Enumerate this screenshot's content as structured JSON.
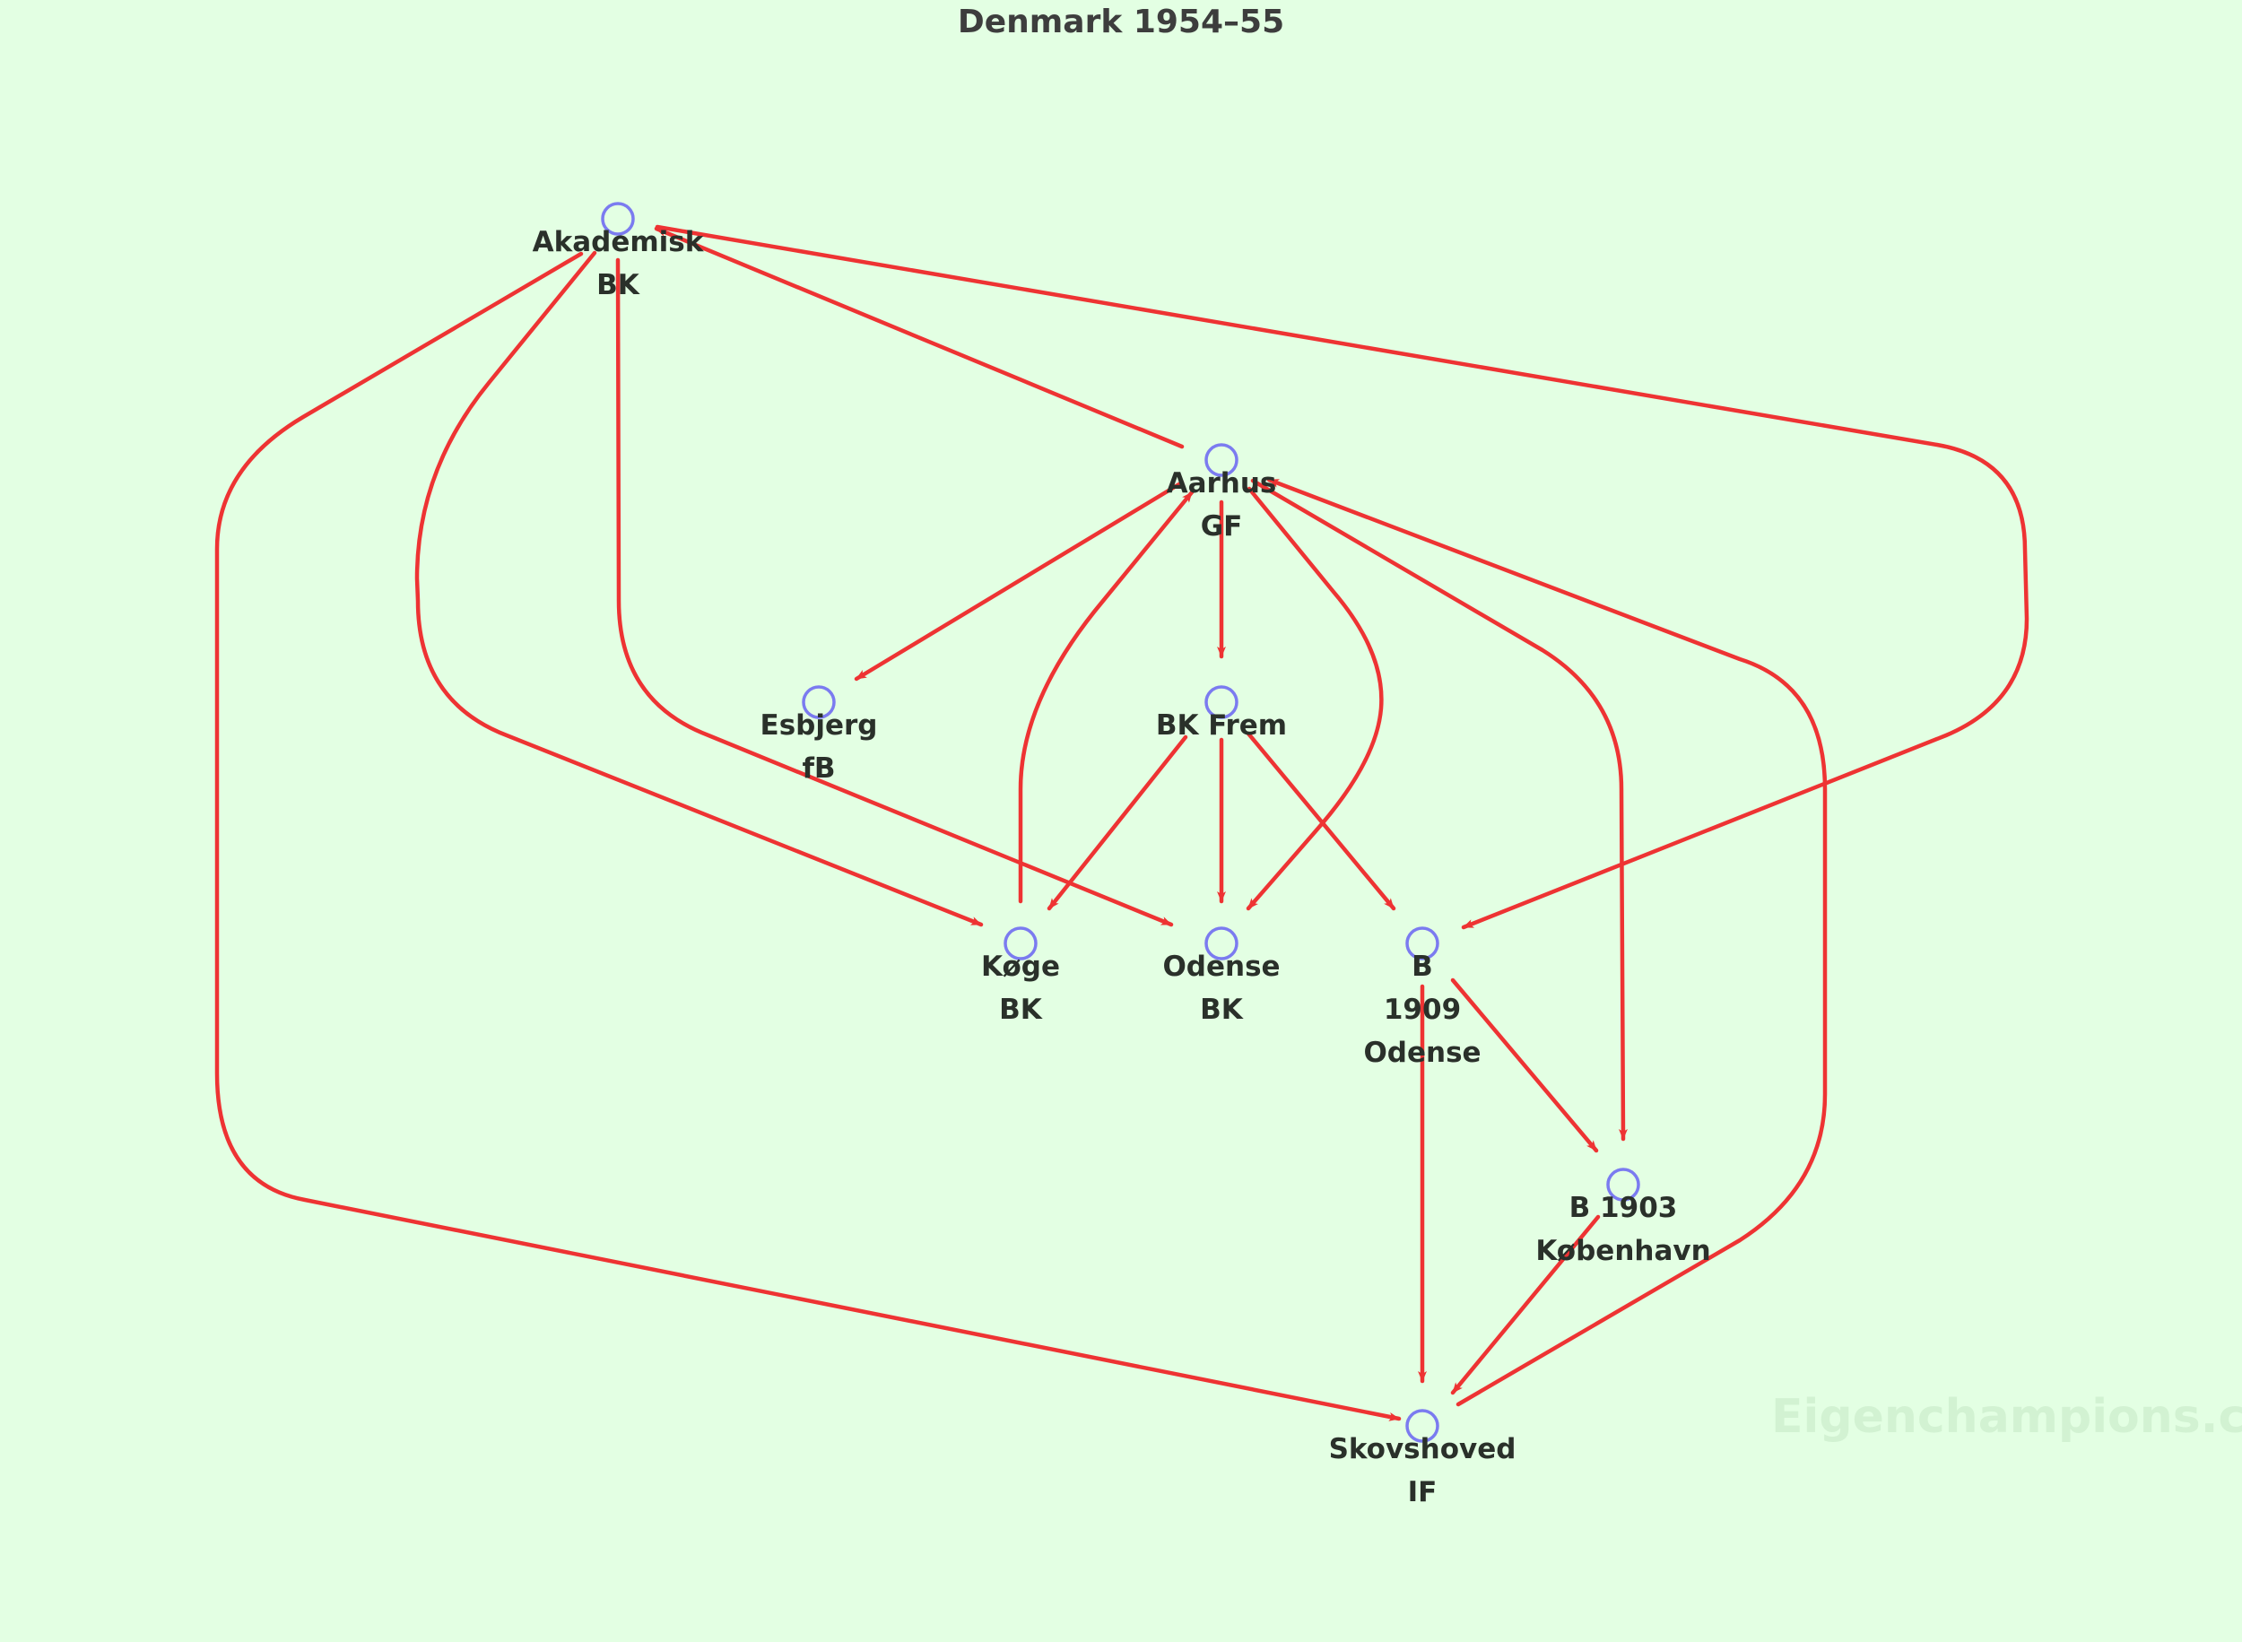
{
  "title": "Denmark 1954–55",
  "watermark": "Eigenchampions.com",
  "colors": {
    "background": "#e3ffe3",
    "edge": "#ee3333",
    "node": "#7b7bf0",
    "label": "#2a302a"
  },
  "nodes": [
    {
      "id": "akademisk",
      "lines": [
        "Akademisk",
        "BK"
      ]
    },
    {
      "id": "aarhus",
      "lines": [
        "Aarhus",
        "GF"
      ]
    },
    {
      "id": "esbjerg",
      "lines": [
        "Esbjerg",
        "fB"
      ]
    },
    {
      "id": "frem",
      "lines": [
        "BK Frem"
      ]
    },
    {
      "id": "koge",
      "lines": [
        "Køge",
        "BK"
      ]
    },
    {
      "id": "odense-bk",
      "lines": [
        "Odense",
        "BK"
      ]
    },
    {
      "id": "b1909",
      "lines": [
        "B",
        "1909",
        "Odense"
      ]
    },
    {
      "id": "b1903",
      "lines": [
        "B 1903",
        "København"
      ]
    },
    {
      "id": "skovshoved",
      "lines": [
        "Skovshoved",
        "IF"
      ]
    }
  ],
  "edges": [
    {
      "from": "aarhus",
      "to": "akademisk"
    },
    {
      "from": "akademisk",
      "to": "b1909"
    },
    {
      "from": "akademisk",
      "to": "koge"
    },
    {
      "from": "akademisk",
      "to": "odense-bk"
    },
    {
      "from": "akademisk",
      "to": "skovshoved"
    },
    {
      "from": "aarhus",
      "to": "esbjerg"
    },
    {
      "from": "aarhus",
      "to": "frem"
    },
    {
      "from": "aarhus",
      "to": "odense-bk"
    },
    {
      "from": "aarhus",
      "to": "b1903"
    },
    {
      "from": "koge",
      "to": "aarhus"
    },
    {
      "from": "skovshoved",
      "to": "aarhus"
    },
    {
      "from": "frem",
      "to": "koge"
    },
    {
      "from": "frem",
      "to": "odense-bk"
    },
    {
      "from": "frem",
      "to": "b1909"
    },
    {
      "from": "b1909",
      "to": "b1903"
    },
    {
      "from": "b1909",
      "to": "skovshoved"
    },
    {
      "from": "b1903",
      "to": "skovshoved"
    }
  ]
}
